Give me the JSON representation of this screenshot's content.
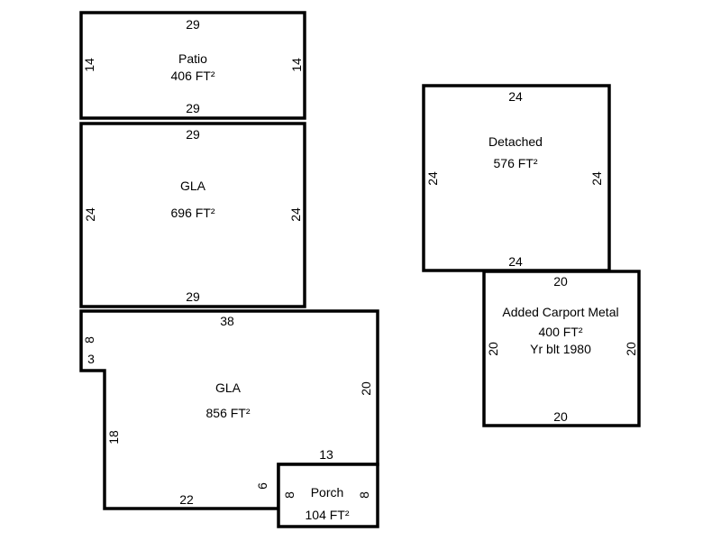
{
  "sketch": {
    "patio": {
      "label": "Patio",
      "area": "406 FT²",
      "dim_top": "29",
      "dim_bottom": "29",
      "dim_left": "14",
      "dim_right": "14"
    },
    "gla_upper": {
      "label": "GLA",
      "area": "696 FT²",
      "dim_top": "29",
      "dim_bottom": "29",
      "dim_left": "24",
      "dim_right": "24"
    },
    "gla_lower": {
      "label": "GLA",
      "area": "856 FT²",
      "dim_top": "38",
      "dim_upper_left": "8",
      "dim_step": "3",
      "dim_left": "18",
      "dim_bottom": "22",
      "dim_porch_step": "6",
      "dim_right": "20"
    },
    "porch": {
      "label": "Porch",
      "area": "104 FT²",
      "dim_top": "13",
      "dim_left": "8",
      "dim_right": "8"
    },
    "detached": {
      "label": "Detached",
      "area": "576 FT²",
      "dim_top": "24",
      "dim_bottom": "24",
      "dim_left": "24",
      "dim_right": "24"
    },
    "carport": {
      "label": "Added Carport Metal",
      "area": "400 FT²",
      "year_built": "Yr blt 1980",
      "dim_top": "20",
      "dim_bottom": "20",
      "dim_left": "20",
      "dim_right": "20"
    }
  }
}
